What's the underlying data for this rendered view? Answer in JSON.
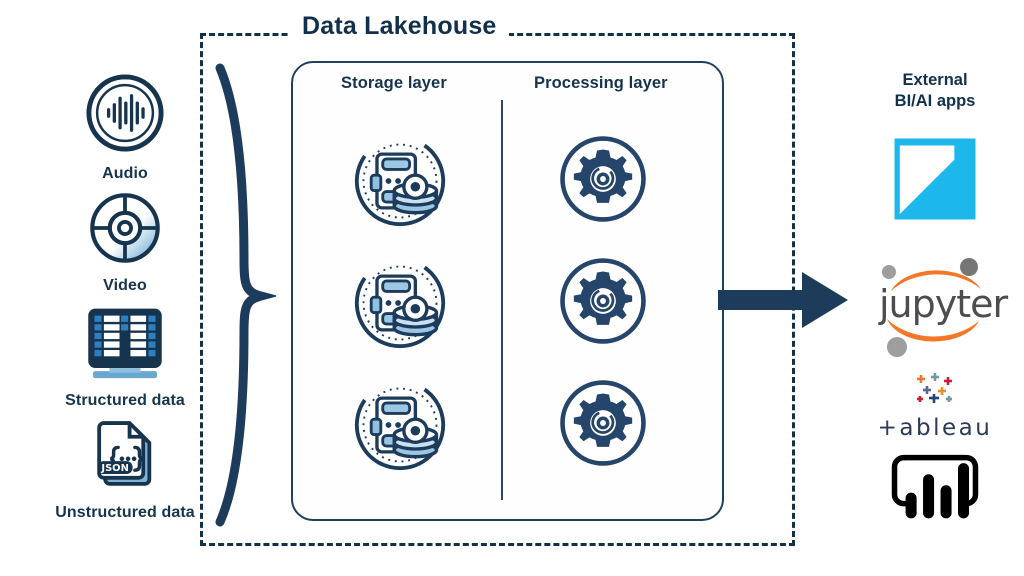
{
  "diagram": {
    "title": "Data Lakehouse",
    "container_style": "dashed-border"
  },
  "sources": {
    "items": [
      {
        "label": "Audio",
        "icon": "audio-waveform-icon"
      },
      {
        "label": "Video",
        "icon": "video-disc-icon"
      },
      {
        "label": "Structured data",
        "icon": "structured-table-icon"
      },
      {
        "label": "Unstructured data",
        "icon": "json-document-icon",
        "badge": "JSON"
      }
    ]
  },
  "connector": {
    "brace": "right-curly-brace",
    "arrow": "right-arrow"
  },
  "lakehouse": {
    "layers": [
      {
        "name": "storage",
        "title": "Storage layer",
        "icon": "database-server-icon",
        "icon_count": 3
      },
      {
        "name": "processing",
        "title": "Processing layer",
        "icon": "gear-icon",
        "icon_count": 3
      }
    ]
  },
  "external_apps": {
    "title_line1": "External",
    "title_line2": "BI/AI apps",
    "items": [
      {
        "name": "databricks",
        "icon": "databricks-logo",
        "label": ""
      },
      {
        "name": "jupyter",
        "icon": "jupyter-logo",
        "label": "jupyter"
      },
      {
        "name": "tableau",
        "icon": "tableau-logo",
        "label": "+ableau"
      },
      {
        "name": "power-bi",
        "icon": "power-bi-logo",
        "label": ""
      }
    ]
  },
  "colors": {
    "navy": "#12304c",
    "navy_dark": "#17344f",
    "steel": "#2b4a66",
    "light_blue": "#8fc0e0",
    "mid_blue": "#3d7cb0",
    "databricks_cyan": "#1cb8ec",
    "jupyter_orange": "#f37726",
    "jupyter_gray": "#9e9e9e",
    "black": "#000000",
    "background": "#ffffff"
  }
}
